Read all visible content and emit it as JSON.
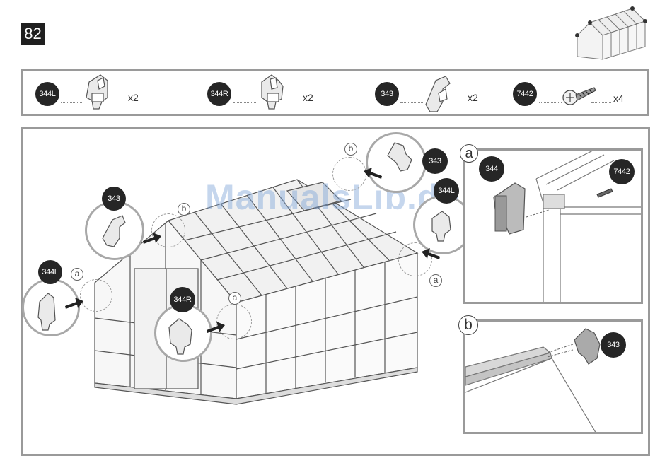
{
  "step": {
    "number": "82"
  },
  "parts": [
    {
      "id": "344L",
      "qty": "x2",
      "icon": "corner-connector-left-icon"
    },
    {
      "id": "344R",
      "qty": "x2",
      "icon": "corner-connector-right-icon"
    },
    {
      "id": "343",
      "qty": "x2",
      "icon": "ridge-end-cap-icon"
    },
    {
      "id": "7442",
      "qty": "x4",
      "icon": "screw-icon"
    }
  ],
  "main": {
    "callouts": [
      {
        "part": "343",
        "location": "b"
      },
      {
        "part": "344L",
        "location": "a"
      },
      {
        "part": "344R",
        "location": "a"
      },
      {
        "part": "343",
        "location": "b"
      },
      {
        "part": "344L",
        "location": "a"
      }
    ]
  },
  "details": {
    "a": {
      "letter": "a",
      "part": "344",
      "screw": "7442"
    },
    "b": {
      "letter": "b",
      "part": "343"
    }
  },
  "watermark": "ManualsLib.de",
  "colors": {
    "badge": "#262626",
    "frame": "#9a9a9a",
    "watermark": "#7fa6d9"
  }
}
